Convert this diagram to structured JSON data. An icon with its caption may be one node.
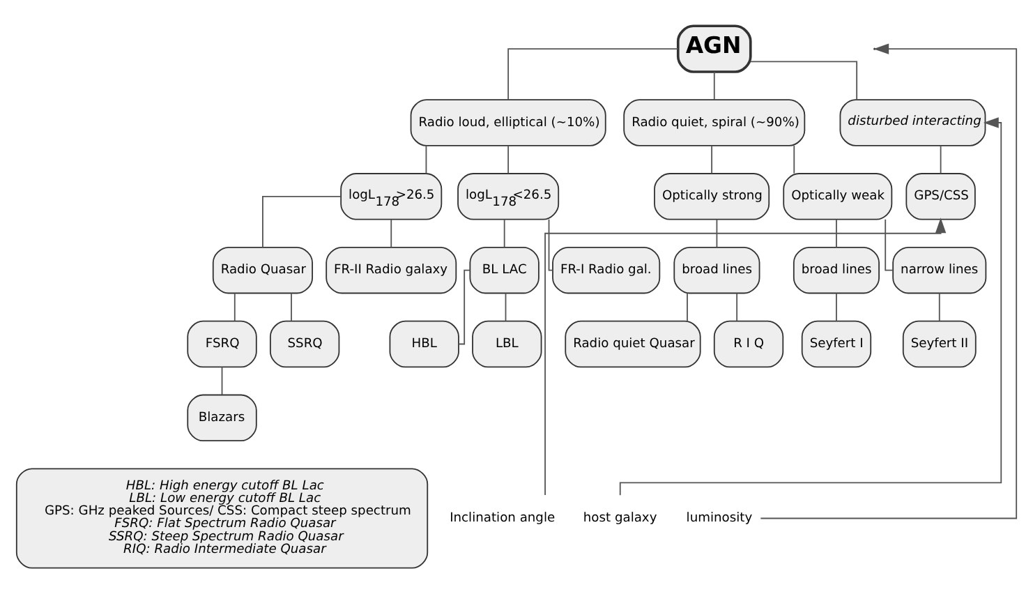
{
  "diagram": {
    "nodes": [
      {
        "text": [
          "AGN"
        ]
      },
      {
        "text": [
          "Radio loud, elliptical (~10%)"
        ]
      },
      {
        "text": [
          "Radio quiet, spiral (~90%)"
        ]
      },
      {
        "text": [
          "disturbed interacting"
        ]
      },
      {
        "text": [
          "logL$_{178}$>26.5"
        ]
      },
      {
        "text": [
          "logL$_{178}$<26.5"
        ]
      },
      {
        "text": [
          "Optically strong"
        ]
      },
      {
        "text": [
          "Optically weak"
        ]
      },
      {
        "text": [
          "Radio Quasar"
        ]
      },
      {
        "text": [
          "FR-II Radio galaxy"
        ]
      },
      {
        "text": [
          "BL LAC"
        ]
      },
      {
        "text": [
          "FR-I Radio gal."
        ]
      },
      {
        "text": [
          "broad lines"
        ]
      },
      {
        "text": [
          "broad lines"
        ]
      },
      {
        "text": [
          "narrow lines"
        ]
      },
      {
        "text": [
          "FSRQ"
        ]
      },
      {
        "text": [
          "SSRQ"
        ]
      },
      {
        "text": [
          "HBL"
        ]
      },
      {
        "text": [
          "LBL"
        ]
      },
      {
        "text": [
          "Radio quiet Quasar"
        ]
      },
      {
        "text": [
          "R I Q"
        ]
      },
      {
        "text": [
          "Seyfert I"
        ]
      },
      {
        "text": [
          "Seyfert II"
        ]
      },
      {
        "text": [
          "GPS/CSS"
        ]
      },
      {
        "text": [
          "Blazars"
        ]
      },
      {
        "text": [
          "HBL: High energy cutoff BL Lac",
          "LBL: Low energy cutoff BL Lac",
          "GPS: GHz peaked Sources/ CSS: Compact steep spectrum",
          "FSRQ: Flat Spectrum Radio Quasar",
          "SSRQ: Steep Spectrum Radio Quasar",
          "RIQ: Radio Intermediate Quasar"
        ]
      },
      {
        "text": [
          "Inclination angle"
        ]
      },
      {
        "text": [
          "luminosity"
        ]
      },
      {
        "text": [
          "host galaxy"
        ]
      }
    ],
    "edges": [
      {
        "from": 0,
        "to": 1,
        "arrow": "none"
      },
      {
        "from": 0,
        "to": 2,
        "arrow": "none"
      },
      {
        "from": 0,
        "to": 3,
        "arrow": "none"
      },
      {
        "from": 3,
        "to": 23,
        "arrow": "none"
      },
      {
        "from": 1,
        "to": 4,
        "arrow": "none"
      },
      {
        "from": 1,
        "to": 5,
        "arrow": "none"
      },
      {
        "from": 2,
        "to": 6,
        "arrow": "none"
      },
      {
        "from": 2,
        "to": 7,
        "arrow": "none"
      },
      {
        "from": 4,
        "to": 8,
        "arrow": "none"
      },
      {
        "from": 4,
        "to": 9,
        "arrow": "none"
      },
      {
        "from": 5,
        "to": 10,
        "arrow": "none"
      },
      {
        "from": 5,
        "to": 11,
        "arrow": "none"
      },
      {
        "from": 6,
        "to": 12,
        "arrow": "none"
      },
      {
        "from": 7,
        "to": 13,
        "arrow": "none"
      },
      {
        "from": 7,
        "to": 14,
        "arrow": "none"
      },
      {
        "from": 8,
        "to": 15,
        "arrow": "none"
      },
      {
        "from": 8,
        "to": 16,
        "arrow": "none"
      },
      {
        "from": 10,
        "to": 17,
        "arrow": "none"
      },
      {
        "from": 10,
        "to": 18,
        "arrow": "none"
      },
      {
        "from": 12,
        "to": 19,
        "arrow": "none"
      },
      {
        "from": 12,
        "to": 20,
        "arrow": "none"
      },
      {
        "from": 13,
        "to": 21,
        "arrow": "none"
      },
      {
        "from": 14,
        "to": 22,
        "arrow": "none"
      },
      {
        "from": 15,
        "to": 24,
        "arrow": "none"
      },
      {
        "from": 26,
        "to": 23,
        "arrow": "to"
      },
      {
        "from": 27,
        "to": null,
        "arrow": "to"
      },
      {
        "from": 28,
        "to": 3,
        "arrow": "to"
      }
    ]
  }
}
